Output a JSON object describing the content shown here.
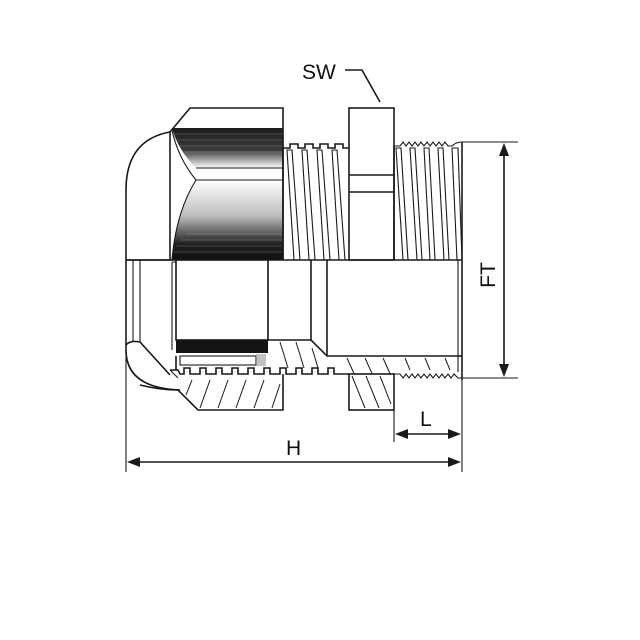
{
  "diagram": {
    "subject": "cable gland cross-section with dimensions",
    "labels": {
      "sw": "SW",
      "ft": "FT",
      "h": "H",
      "l": "L"
    },
    "colors": {
      "background": "#ffffff",
      "line": "#1a1a1a",
      "dark_fill": "#141414"
    }
  }
}
